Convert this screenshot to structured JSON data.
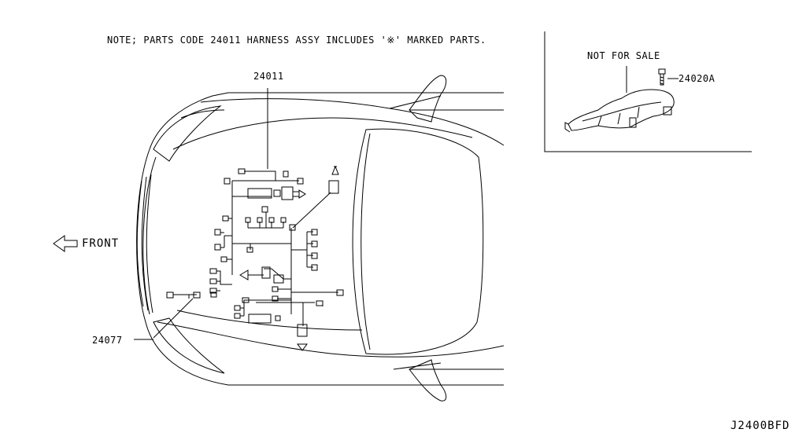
{
  "note": "NOTE; PARTS CODE 24011 HARNESS ASSY INCLUDES '※' MARKED PARTS.",
  "front_label": "FRONT",
  "inset": {
    "not_for_sale": "NOT FOR SALE",
    "part_bolt": "24020A"
  },
  "parts": {
    "harness_main": "24011",
    "harness_front": "24077"
  },
  "diagram_code": "J2400BFD"
}
